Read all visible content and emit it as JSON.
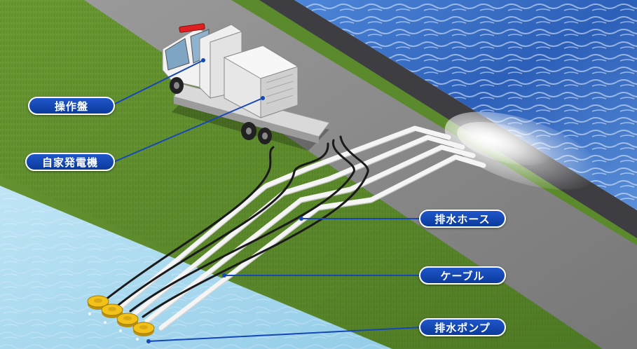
{
  "labels": {
    "control_panel": "操作盤",
    "generator": "自家発電機",
    "drain_hose": "排水ホース",
    "cable": "ケーブル",
    "drain_pump": "排水ポンプ"
  },
  "colors": {
    "label_fill": "#1448b8",
    "leader_line": "#1448b8",
    "grass": "#5d8a2e",
    "road": "#8b8b8b",
    "river": "#3a6fc4",
    "flood_water": "#a9d8f0",
    "hose": "#f4f4f4",
    "cable": "#1a1a1a",
    "pump": "#f2c21a",
    "truck_body": "#eeeeee",
    "beacon": "#e02020"
  },
  "icons": [
    "drainage-pump-truck",
    "drain-pump",
    "water-spray"
  ]
}
